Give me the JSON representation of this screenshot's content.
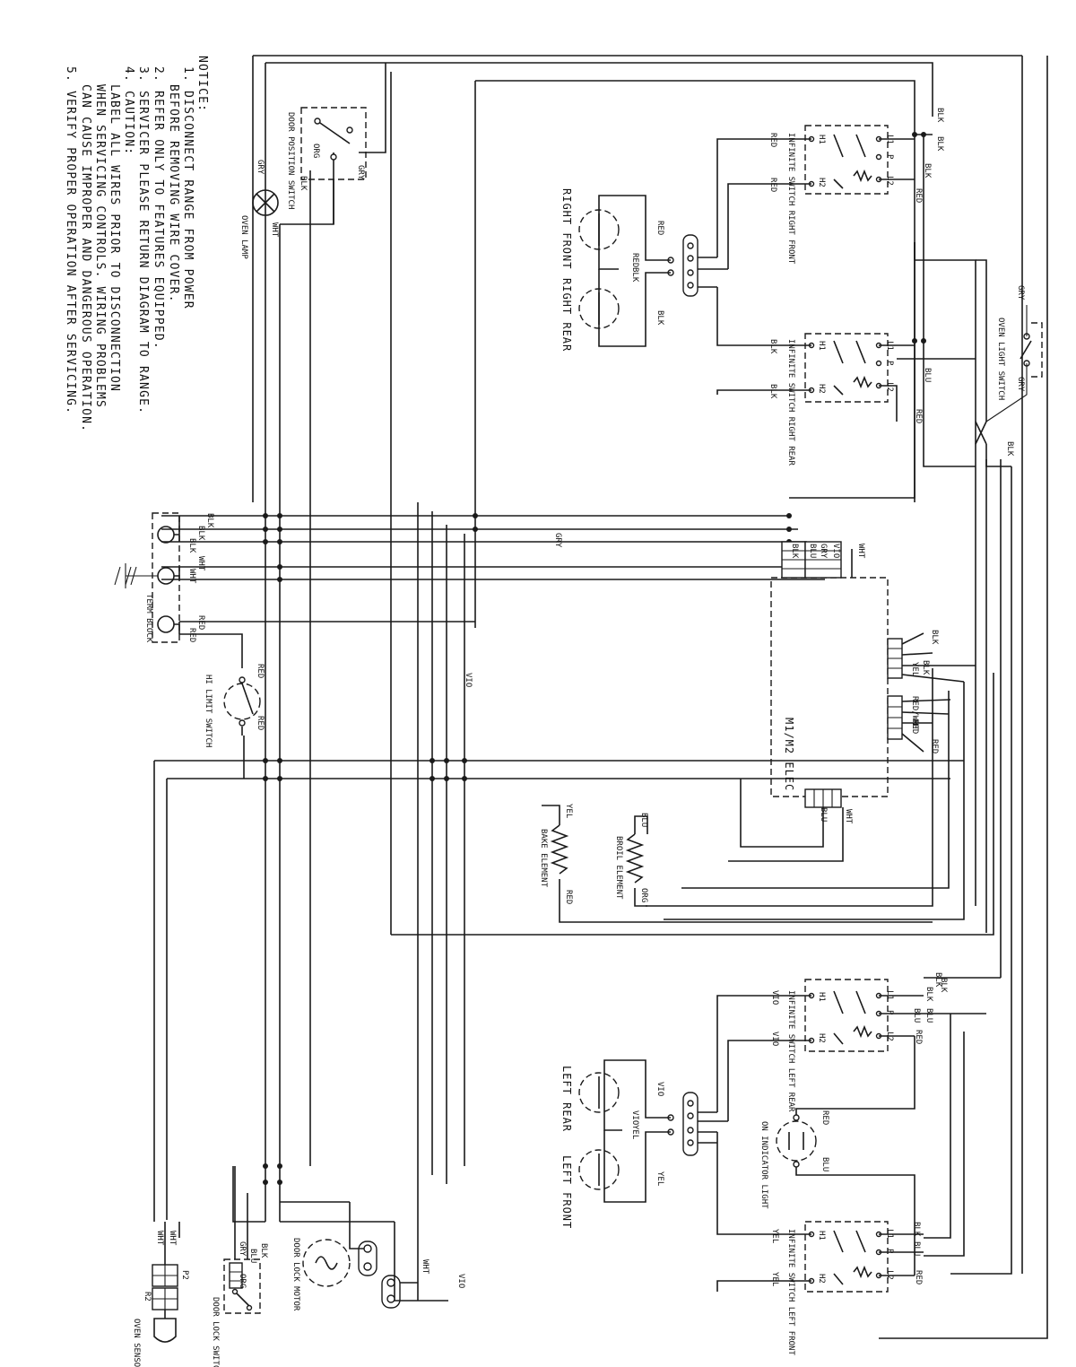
{
  "notice": {
    "heading": "NOTICE:",
    "items": [
      "1. DISCONNECT RANGE FROM POWER",
      "BEFORE REMOVING WIRE COVER.",
      "2. REFER ONLY TO FEATURES EQUIPPED.",
      "3. SERVICER PLEASE RETURN DIAGRAM TO RANGE.",
      "4. CAUTION:",
      "LABEL ALL WIRES PRIOR TO DISCONNECTION",
      "WHEN SERVICING CONTROLS. WIRING PROBLEMS",
      "CAN CAUSE IMPROPER AND DANGEROUS OPERATION.",
      "5. VERIFY PROPER OPERATION AFTER SERVICING."
    ]
  },
  "components": {
    "door_position_switch": "DOOR POSITION SWITCH",
    "oven_lamp": "OVEN LAMP",
    "oven_light_switch": "OVEN LIGHT SWITCH",
    "term_block": "TERM BLOCK",
    "hi_limit_switch": "HI LIMIT SWITCH",
    "right_front": "RIGHT FRONT",
    "right_rear": "RIGHT REAR",
    "infinite_switch_rf": "INFINITE SWITCH RIGHT FRONT",
    "infinite_switch_rr": "INFINITE SWITCH RIGHT REAR",
    "elec_control": "M1/M2 ELEC",
    "bake_element": "BAKE ELEMENT",
    "broil_element": "BROIL ELEMENT",
    "left_rear": "LEFT REAR",
    "left_front": "LEFT FRONT",
    "infinite_switch_lr": "INFINITE SWITCH LEFT REAR",
    "infinite_switch_lf": "INFINITE SWITCH LEFT FRONT",
    "on_indicator_light": "ON INDICATOR LIGHT",
    "door_lock_motor": "DOOR LOCK MOTOR",
    "door_lock_switch": "DOOR LOCK SWITCH",
    "oven_sensor": "OVEN SENSOR",
    "p2": "P2",
    "r2": "R2"
  },
  "switch_terminals": {
    "h1": "H1",
    "h2": "H2",
    "l1": "L1",
    "l2": "L2",
    "p": "P"
  },
  "wire_colors": {
    "blk": "BLK",
    "wht": "WHT",
    "red": "RED",
    "gry": "GRY",
    "blu": "BLU",
    "yel": "YEL",
    "vio": "VIO",
    "org": "ORG",
    "red_wht": "RED/WHT"
  }
}
